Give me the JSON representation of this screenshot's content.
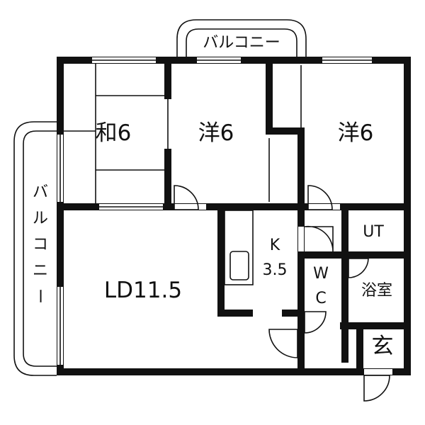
{
  "rooms": {
    "washitsu": "和6",
    "youshitsu_left": "洋6",
    "youshitsu_right": "洋6",
    "ld": "LD11.5",
    "kitchen_k": "K",
    "kitchen_size": "3.5",
    "ut": "UT",
    "wc_w": "W",
    "wc_c": "C",
    "bath": "浴室",
    "entrance": "玄"
  },
  "balconies": {
    "top": "バルコニー",
    "left": [
      "バ",
      "ル",
      "コ",
      "ニ",
      "ー"
    ]
  },
  "colors": {
    "wall": "#111111",
    "background": "#ffffff"
  }
}
